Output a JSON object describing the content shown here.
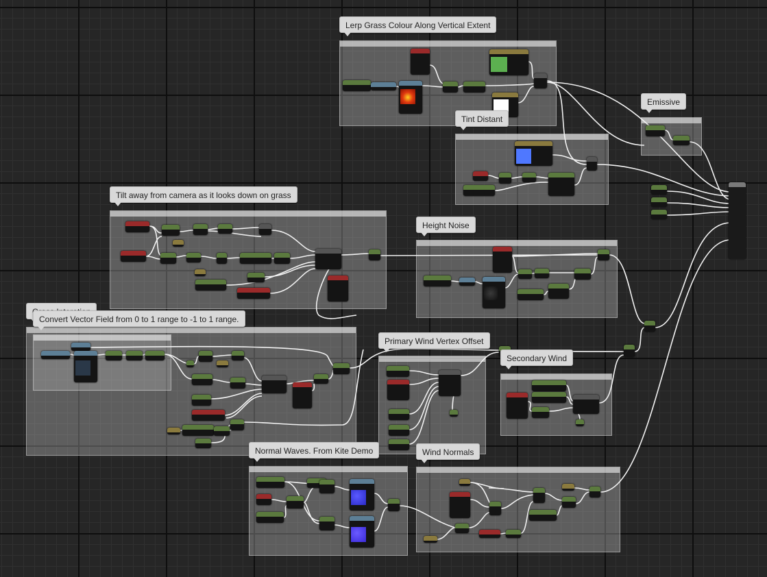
{
  "comments": {
    "lerp_grass": "Lerp Grass Colour Along Vertical Extent",
    "emissive": "Emissive",
    "tint_distant": "Tint Distant",
    "tilt_away": "Tilt away from camera as it looks down on grass",
    "height_noise": "Height Noise",
    "grass_interaction": "Grass Interation",
    "convert_vector": "Convert Vector Field from 0 to 1 range to -1 to 1 range.",
    "primary_wind": "Primary Wind Vertex Offset",
    "secondary_wind": "Secondary Wind",
    "normal_waves": "Normal Waves. From Kite Demo",
    "wind_normals": "Wind Normals"
  },
  "colors": {
    "graph_background": "#262626",
    "comment_box": "#6a6a6a",
    "wire": "#f2f2f2",
    "node_body": "#141414",
    "scalar_header": "#5b7a3e",
    "vector_header": "#9a2a2a",
    "texture_header": "#5d7f96",
    "constant_header": "#8a7a3e",
    "swatch_green": "#5cb050",
    "swatch_white": "#ffffff",
    "swatch_blue": "#4f78ff",
    "texture_fire": "#e03a10",
    "texture_normal": "#3a3ae0"
  }
}
